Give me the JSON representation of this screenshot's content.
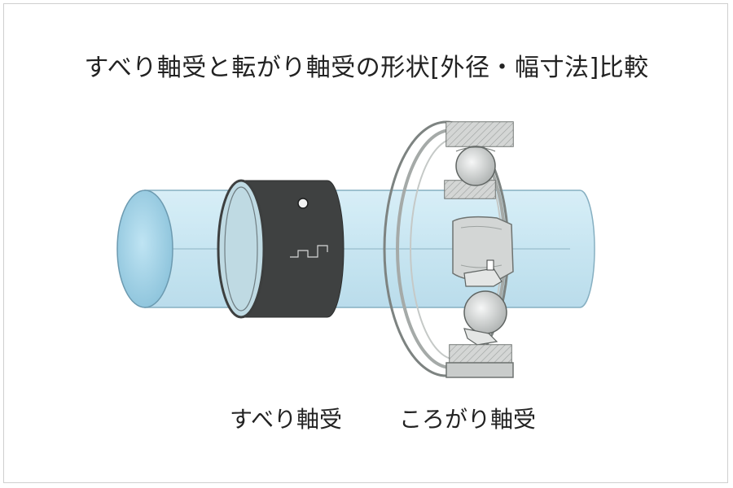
{
  "title": "すべり軸受と転がり軸受の形状[外径・幅寸法]比較",
  "labels": {
    "plain_bearing": "すべり軸受",
    "rolling_bearing": "ころがり軸受"
  },
  "colors": {
    "shaft_fill": "#c7e6f2",
    "shaft_edge": "#6c9ab0",
    "plain_bearing": "#3d3f3f",
    "ring": "#c9cccb",
    "ball": "#dde0df"
  }
}
